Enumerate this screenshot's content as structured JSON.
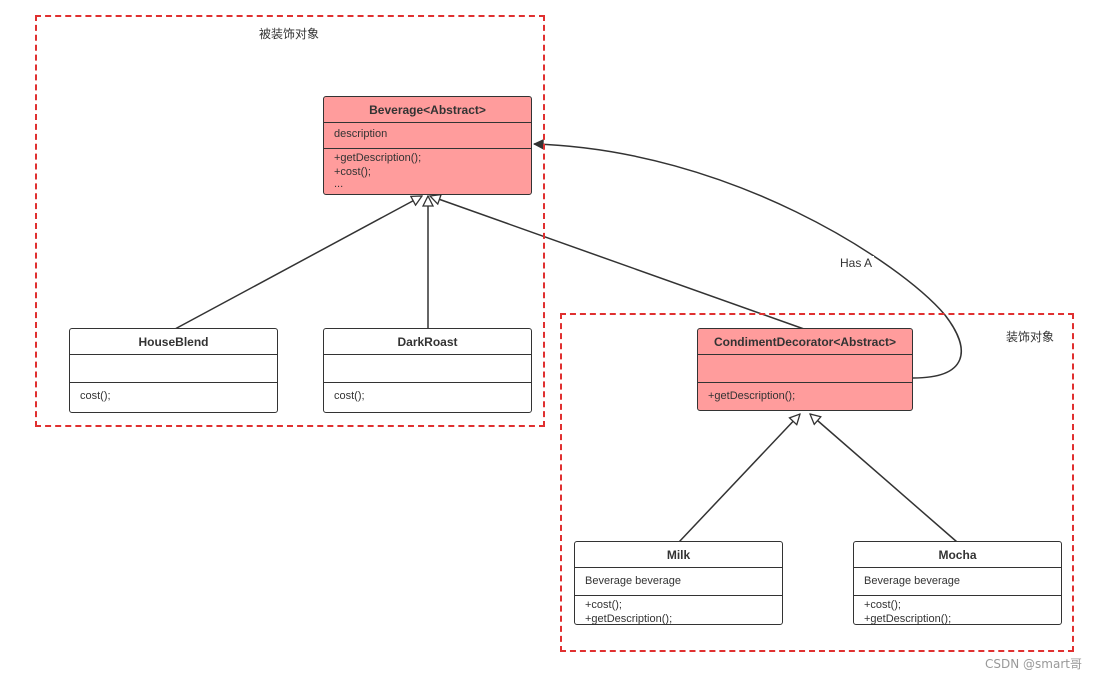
{
  "groups": {
    "decorated": {
      "label": "被装饰对象"
    },
    "decorators": {
      "label": "装饰对象"
    }
  },
  "classes": {
    "beverage": {
      "name": "Beverage",
      "stereotype": "<Abstract>",
      "attributes": [
        "description"
      ],
      "operations": [
        "+getDescription();",
        "+cost();",
        "..."
      ]
    },
    "houseblend": {
      "name": "HouseBlend",
      "attributes": [],
      "operations": [
        "cost();"
      ]
    },
    "darkroast": {
      "name": "DarkRoast",
      "attributes": [],
      "operations": [
        "cost();"
      ]
    },
    "condiment": {
      "name": "CondimentDecorator",
      "stereotype": "<Abstract>",
      "attributes": [],
      "operations": [
        "+getDescription();"
      ]
    },
    "milk": {
      "name": "Milk",
      "attributes": [
        "Beverage beverage"
      ],
      "operations": [
        "+cost();",
        "+getDescription();"
      ]
    },
    "mocha": {
      "name": "Mocha",
      "attributes": [
        "Beverage beverage"
      ],
      "operations": [
        "+cost();",
        "+getDescription();"
      ]
    }
  },
  "relations": {
    "has_a_label": "Has A"
  },
  "colors": {
    "abstract_fill": "#ff9c9c",
    "frame": "#e03030",
    "line": "#333333"
  },
  "watermark": "CSDN @smart哥"
}
